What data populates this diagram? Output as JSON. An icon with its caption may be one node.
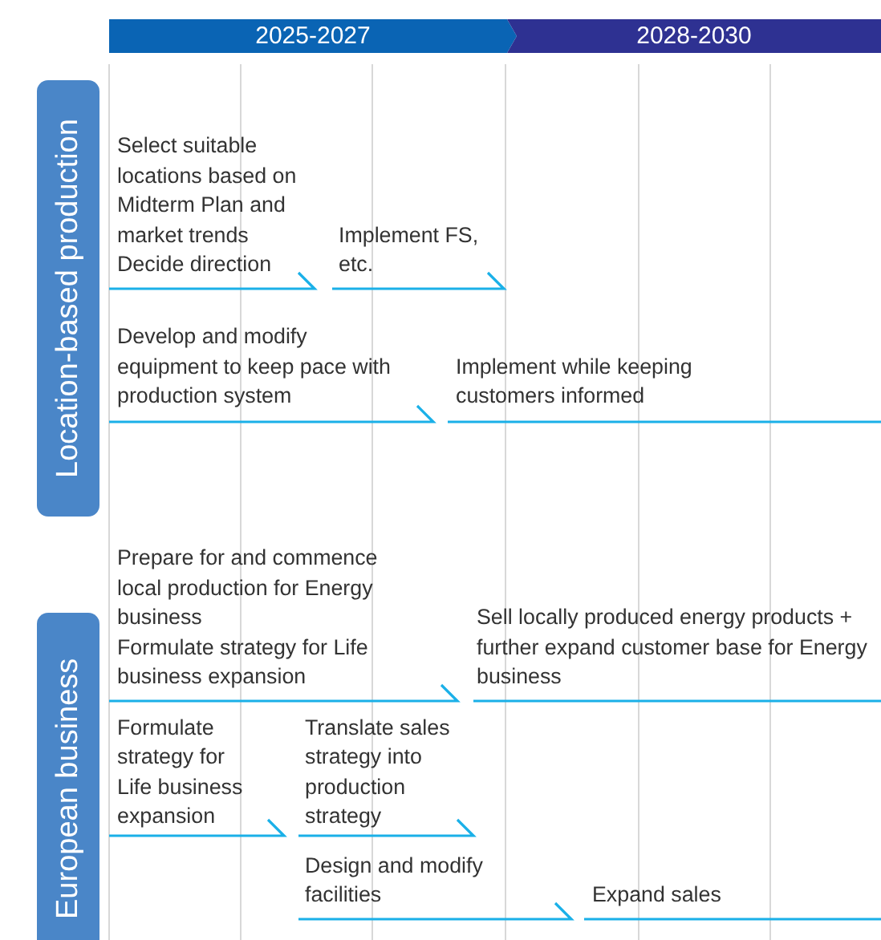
{
  "diagram": {
    "nodes": [
      {
        "text": [
          "2025-2027"
        ]
      },
      {
        "text": [
          "2028-2030"
        ]
      },
      {
        "text": [
          "Location-based production"
        ]
      },
      {
        "text": [
          "European business"
        ]
      }
    ],
    "labels": [
      "Select suitable locations based on Midterm Plan and market trends Decide direction",
      "Implement FS, etc.",
      "Develop and modify equipment to keep pace with production system",
      "Implement while keeping customers informed",
      "Prepare for and commence local production for Energy business",
      "Formulate strategy for Life business expansion",
      "Sell locally produced energy products + further expand customer base for Energy business",
      "Formulate strategy for Life business expansion",
      "Translate sales strategy into production strategy",
      "Design and modify facilities",
      "Expand sales"
    ]
  }
}
